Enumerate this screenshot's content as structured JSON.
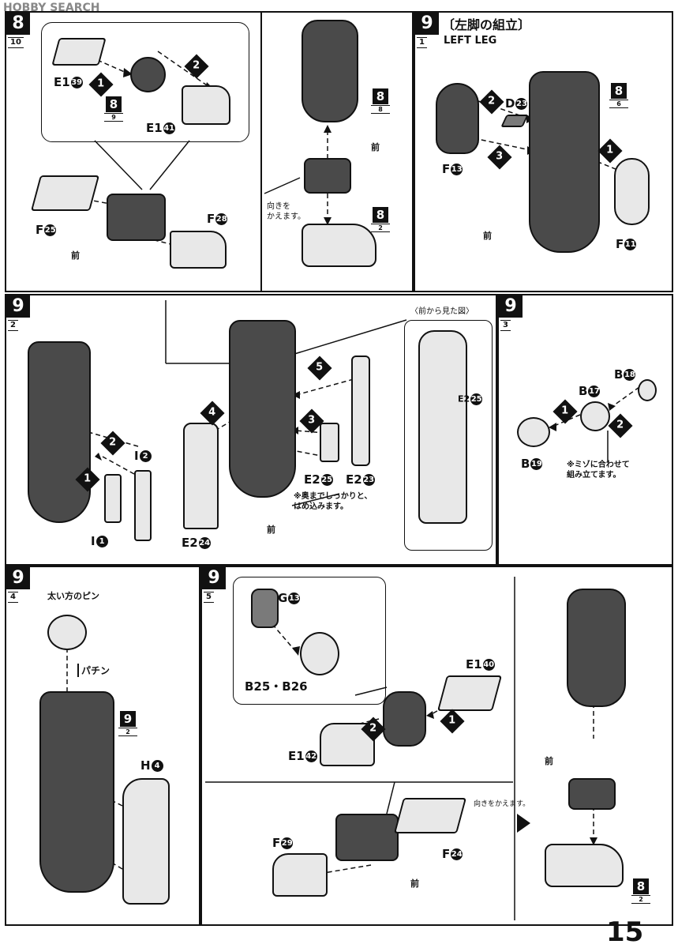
{
  "header": {
    "site_logo": "HOBBY SEARCH"
  },
  "panel_8": {
    "step": "8",
    "sub": "10",
    "inset": {
      "parts": [
        "E1",
        "E1"
      ],
      "part_nums": [
        "39",
        "41"
      ],
      "arrow_nums": [
        "1",
        "2"
      ],
      "ref_step": "8",
      "ref_sub": "9"
    },
    "parts": [
      "F",
      "F"
    ],
    "part_nums": [
      "25",
      "28"
    ],
    "front_label": "前",
    "note": "向きを\nかえます。",
    "refs": [
      {
        "step": "8",
        "sub": "8"
      },
      {
        "step": "8",
        "sub": "2"
      }
    ]
  },
  "panel_9_1": {
    "step": "9",
    "sub": "1",
    "title": "〔左脚の組立〕",
    "subtitle": "LEFT LEG",
    "ref": {
      "step": "8",
      "sub": "6"
    },
    "parts": [
      {
        "id": "D",
        "num": "23"
      },
      {
        "id": "F",
        "num": "13"
      },
      {
        "id": "F",
        "num": "11"
      }
    ],
    "arrow_nums": [
      "1",
      "2",
      "3"
    ],
    "front_label": "前"
  },
  "panel_9_2": {
    "step": "9",
    "sub": "2",
    "parts": [
      {
        "id": "I",
        "num": "2"
      },
      {
        "id": "I",
        "num": "1"
      },
      {
        "id": "E2",
        "num": "25"
      },
      {
        "id": "E2",
        "num": "23"
      },
      {
        "id": "E2",
        "num": "24"
      },
      {
        "id": "E2",
        "num": "25"
      }
    ],
    "arrow_nums": [
      "1",
      "2",
      "3",
      "4",
      "5"
    ],
    "note": "※奥までしっかりと、\nはめ込みます。",
    "front_label": "前",
    "front_view_title": "〈前から見た図〉"
  },
  "panel_9_3": {
    "step": "9",
    "sub": "3",
    "parts": [
      {
        "id": "B",
        "num": "18"
      },
      {
        "id": "B",
        "num": "17"
      },
      {
        "id": "B",
        "num": "19"
      }
    ],
    "arrow_nums": [
      "1",
      "2"
    ],
    "note": "※ミゾに合わせて\n組み立てます。"
  },
  "panel_9_4": {
    "step": "9",
    "sub": "4",
    "pin_note": "太い方のピン",
    "snap": "パチン",
    "ref": {
      "step": "9",
      "sub": "2"
    },
    "parts": [
      {
        "id": "H",
        "num": "4"
      }
    ]
  },
  "panel_9_5": {
    "step": "9",
    "sub": "5",
    "inset_parts": [
      {
        "id": "G",
        "num": "13"
      }
    ],
    "inset_combo": "B25・B26",
    "parts": [
      {
        "id": "E1",
        "num": "40"
      },
      {
        "id": "E1",
        "num": "42"
      },
      {
        "id": "F",
        "num": "29"
      },
      {
        "id": "F",
        "num": "24"
      }
    ],
    "arrow_nums": [
      "1",
      "2"
    ],
    "front_label": "前",
    "note": "向きをかえます。",
    "ref": {
      "step": "8",
      "sub": "2"
    }
  },
  "footer": {
    "page_number": "15"
  },
  "colors": {
    "ink": "#111111",
    "part_dark": "#4a4a4a",
    "part_light": "#e8e8e8"
  }
}
